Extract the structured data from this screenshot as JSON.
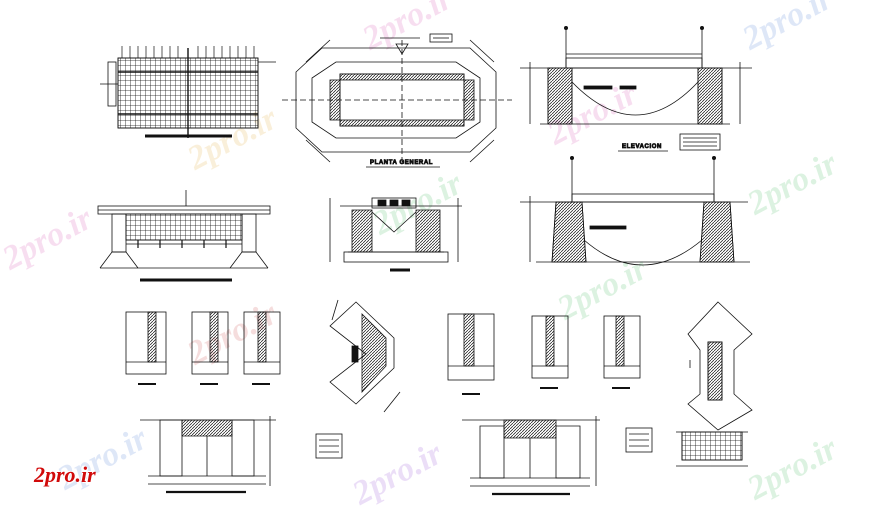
{
  "labels": {
    "plan_title": "PLANTA GENERAL",
    "elevation_title": "ELEVACION"
  },
  "watermark": {
    "text": "2pro.ir",
    "brand_text": "2pro.ir",
    "colors": [
      "#d43aa8",
      "#3a6fd4",
      "#2fb24a",
      "#e0a020",
      "#c43030",
      "#8a3ad4"
    ]
  },
  "colors": {
    "line": "#111111",
    "fill_dark": "#111111",
    "paper": "#ffffff"
  }
}
